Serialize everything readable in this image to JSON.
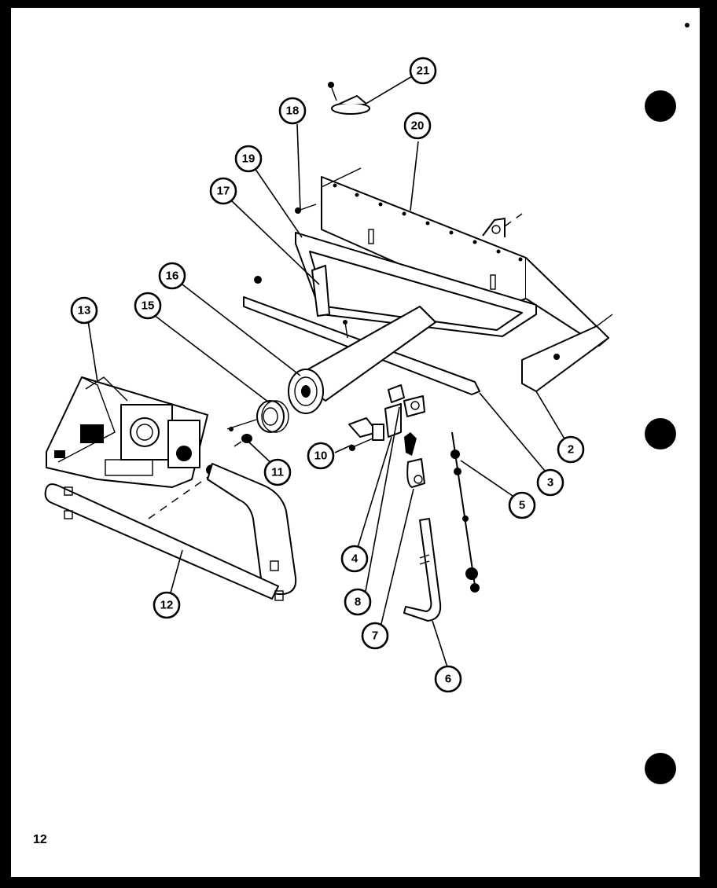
{
  "page_number": "12",
  "callouts": [
    {
      "id": "21",
      "label": "21"
    },
    {
      "id": "20",
      "label": "20"
    },
    {
      "id": "18",
      "label": "18"
    },
    {
      "id": "19",
      "label": "19"
    },
    {
      "id": "17",
      "label": "17"
    },
    {
      "id": "16",
      "label": "16"
    },
    {
      "id": "15",
      "label": "15"
    },
    {
      "id": "13",
      "label": "13"
    },
    {
      "id": "2",
      "label": "2"
    },
    {
      "id": "3",
      "label": "3"
    },
    {
      "id": "5",
      "label": "5"
    },
    {
      "id": "10",
      "label": "10"
    },
    {
      "id": "11",
      "label": "11"
    },
    {
      "id": "4",
      "label": "4"
    },
    {
      "id": "8",
      "label": "8"
    },
    {
      "id": "7",
      "label": "7"
    },
    {
      "id": "6",
      "label": "6"
    },
    {
      "id": "12",
      "label": "12"
    }
  ],
  "colors": {
    "ink": "#000000",
    "paper": "#ffffff"
  }
}
